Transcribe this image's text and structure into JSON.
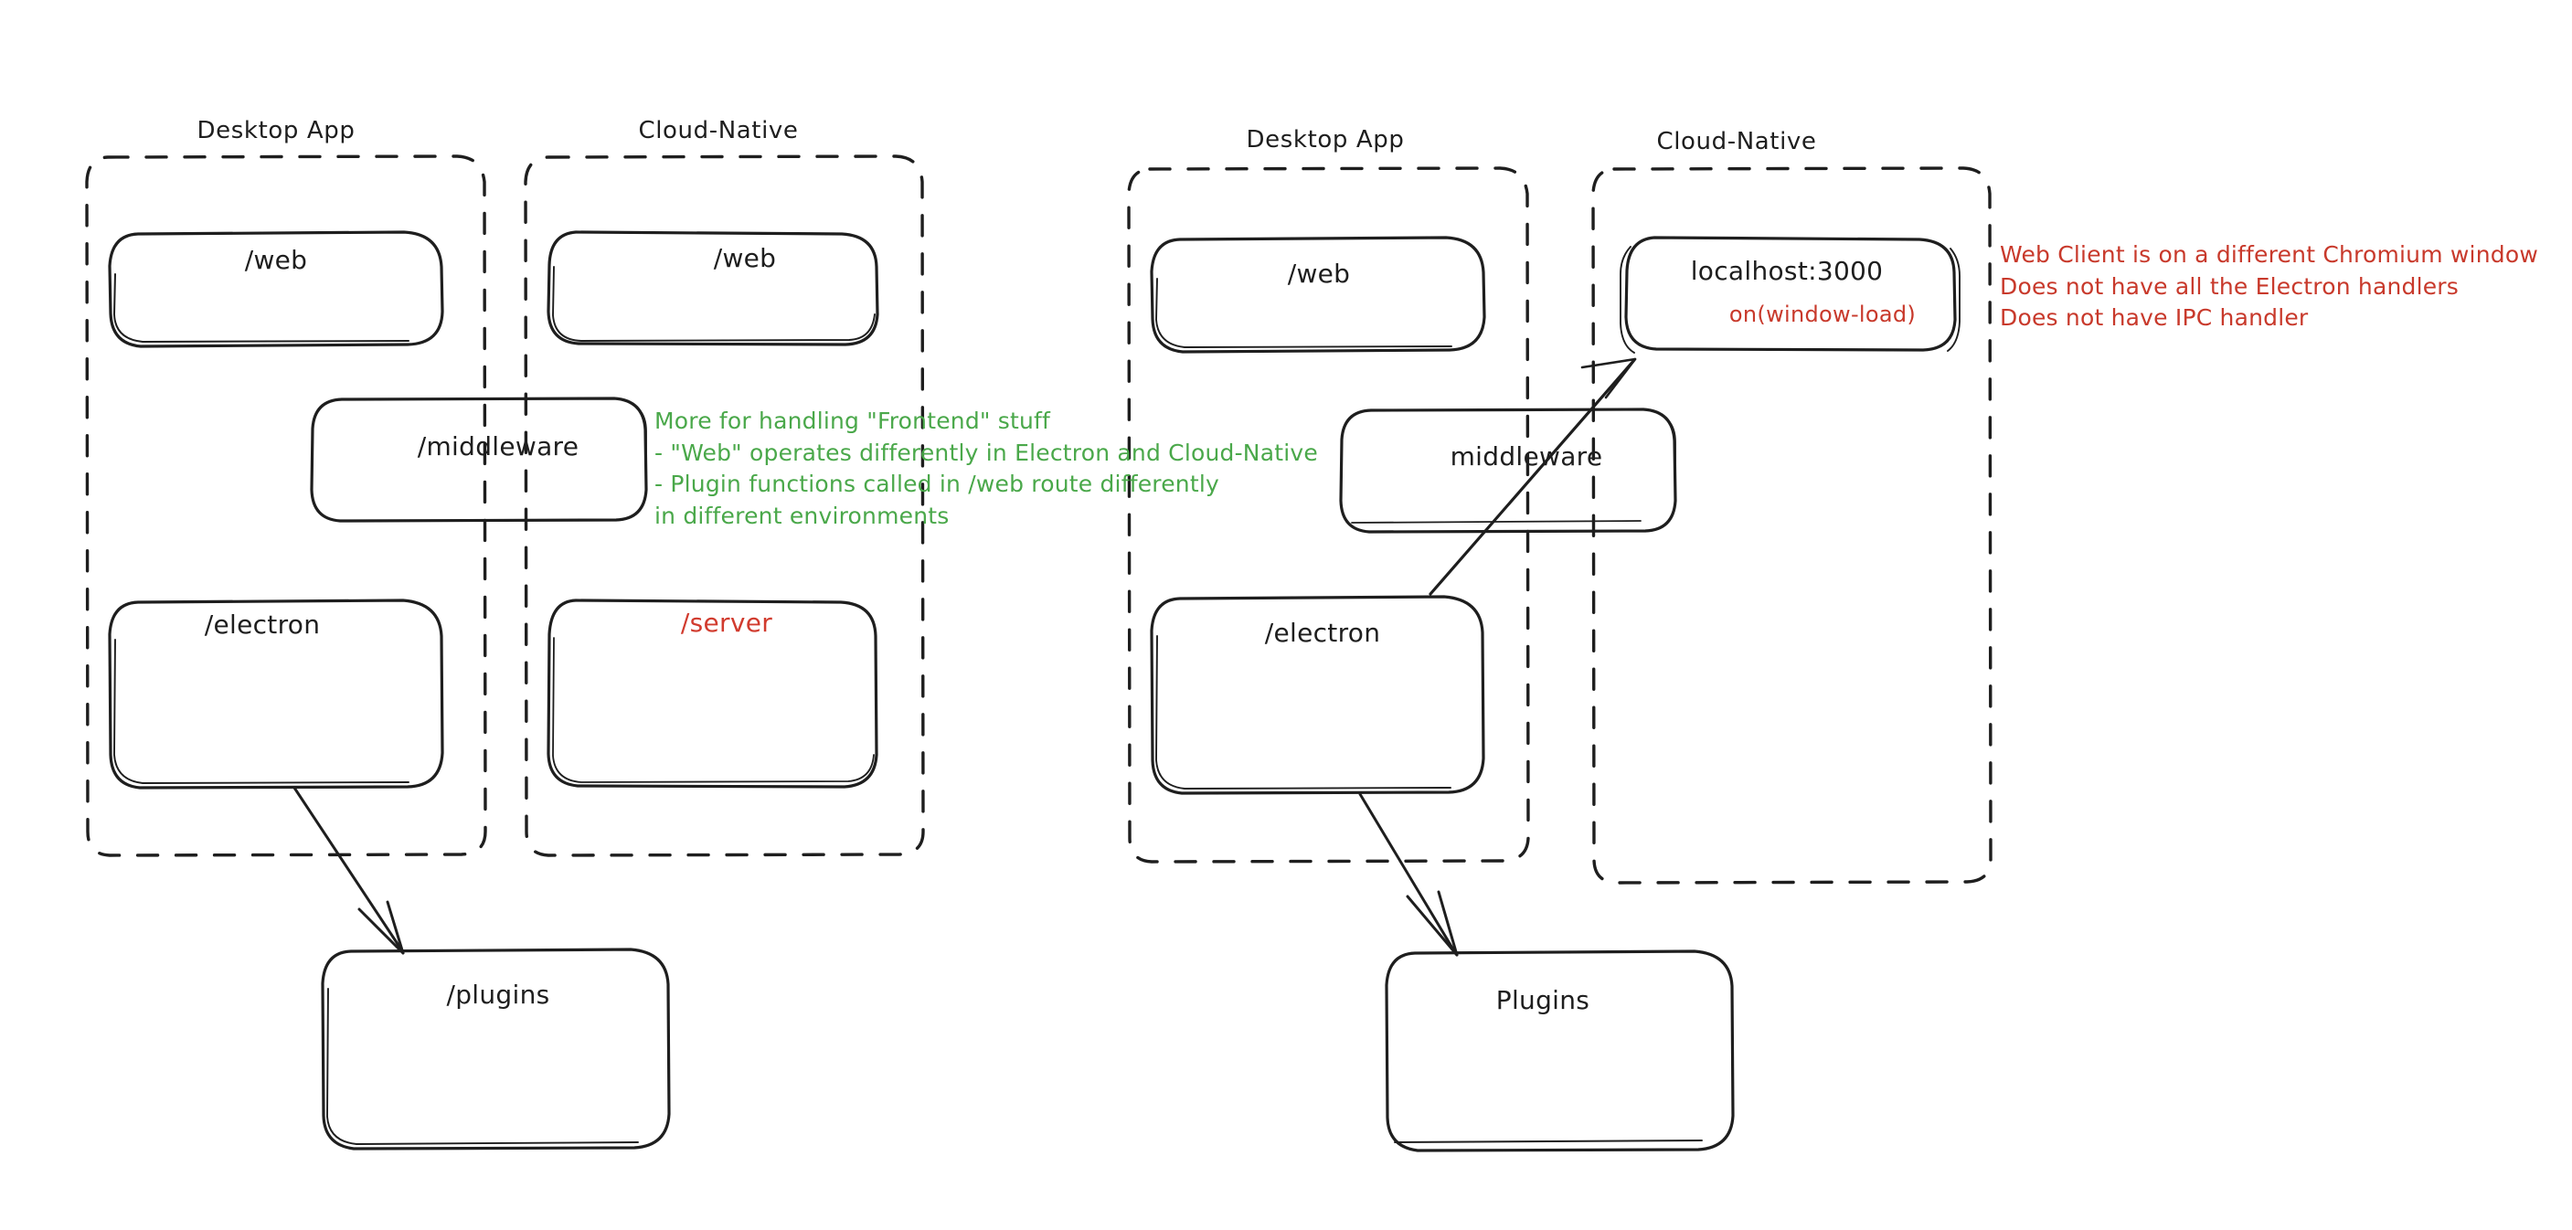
{
  "diagram": {
    "title_hidden": "",
    "colors": {
      "stroke": "#1e1e1e",
      "green": "#4aa84a",
      "red": "#c8392b",
      "background": "#ffffff"
    },
    "groups": [
      {
        "id": "left-desktop",
        "label": "Desktop App"
      },
      {
        "id": "left-cloud",
        "label": "Cloud-Native"
      },
      {
        "id": "right-desktop",
        "label": "Desktop App"
      },
      {
        "id": "right-cloud",
        "label": "Cloud-Native"
      }
    ],
    "nodes": [
      {
        "id": "l-desktop-web",
        "label": "/web"
      },
      {
        "id": "l-cloud-web",
        "label": "/web"
      },
      {
        "id": "l-middleware",
        "label": "/middleware"
      },
      {
        "id": "l-desktop-electron",
        "label": "/electron"
      },
      {
        "id": "l-cloud-server",
        "label": "/server"
      },
      {
        "id": "l-plugins",
        "label": "/plugins"
      },
      {
        "id": "r-desktop-web",
        "label": "/web"
      },
      {
        "id": "r-cloud-localhost",
        "label": "localhost:3000",
        "sublabel": "on(window-load)"
      },
      {
        "id": "r-middleware",
        "label": "middleware"
      },
      {
        "id": "r-desktop-electron",
        "label": "/electron"
      },
      {
        "id": "r-plugins",
        "label": "Plugins"
      }
    ],
    "annotations": {
      "green_note": "More for handling \"Frontend\" stuff\n- \"Web\" operates differently in Electron and Cloud-Native\n- Plugin functions called in /web route differently\nin different environments",
      "red_note": "Web Client is on a different Chromium window\nDoes not have all the Electron handlers\nDoes not have IPC handler"
    },
    "arrows": [
      {
        "id": "arrow-l-electron-to-plugins",
        "from": "l-desktop-electron",
        "to": "l-plugins"
      },
      {
        "id": "arrow-r-electron-to-plugins",
        "from": "r-desktop-electron",
        "to": "r-plugins"
      },
      {
        "id": "arrow-r-electron-to-localhost",
        "from": "r-desktop-electron",
        "to": "r-cloud-localhost"
      }
    ]
  }
}
